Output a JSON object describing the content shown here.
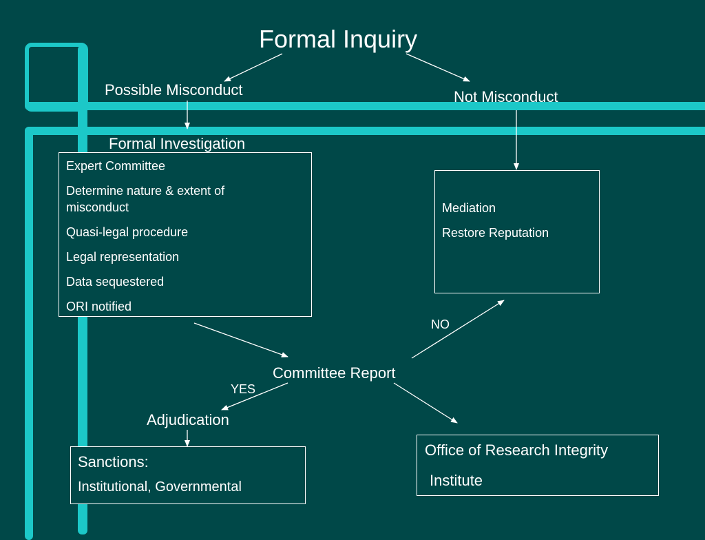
{
  "title": "Formal Inquiry",
  "branches": {
    "possible_misconduct": "Possible Misconduct",
    "not_misconduct": "Not Misconduct"
  },
  "formal_investigation": {
    "heading": "Formal Investigation",
    "items": [
      "Expert Committee",
      "Determine nature & extent of misconduct",
      "Quasi-legal procedure",
      "Legal representation",
      "Data sequestered",
      "ORI notified"
    ]
  },
  "not_misconduct_box": {
    "items": [
      "Mediation",
      "Restore Reputation"
    ]
  },
  "committee_report": "Committee Report",
  "labels": {
    "yes": "YES",
    "no": "NO"
  },
  "adjudication": "Adjudication",
  "sanctions": {
    "heading": "Sanctions:",
    "detail": "Institutional, Governmental"
  },
  "ori_box": {
    "line1": "Office of Research Integrity",
    "line2": "Institute"
  },
  "colors": {
    "background": "#004848",
    "accent": "#1cc8c8",
    "text": "#ffffff"
  }
}
